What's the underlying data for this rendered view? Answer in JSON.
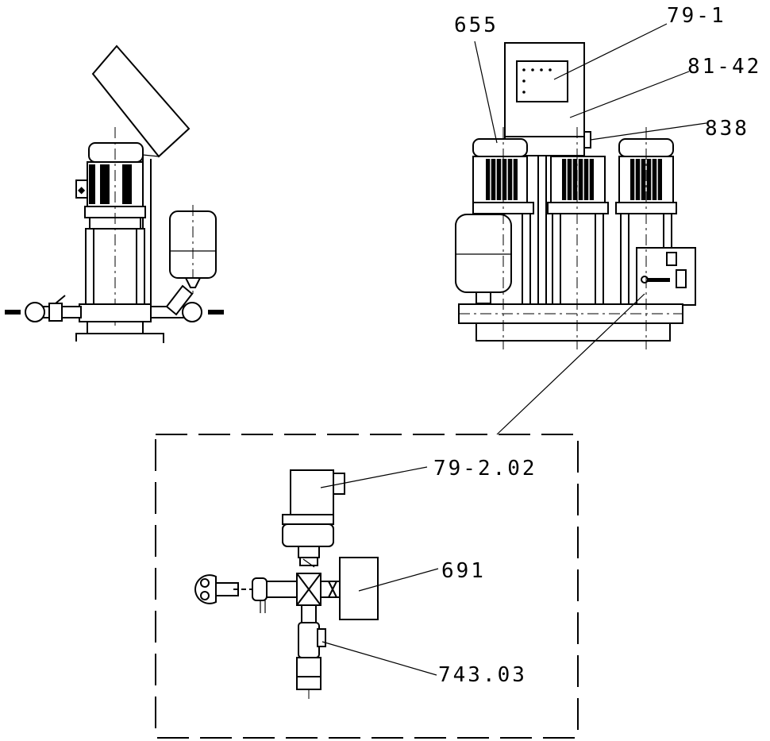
{
  "labels": {
    "l655": "655",
    "l79_1": "79-1",
    "l81_42": "81-42",
    "l838": "838",
    "l79_2_02": "79-2.02",
    "l691": "691",
    "l743_03": "743.03"
  }
}
